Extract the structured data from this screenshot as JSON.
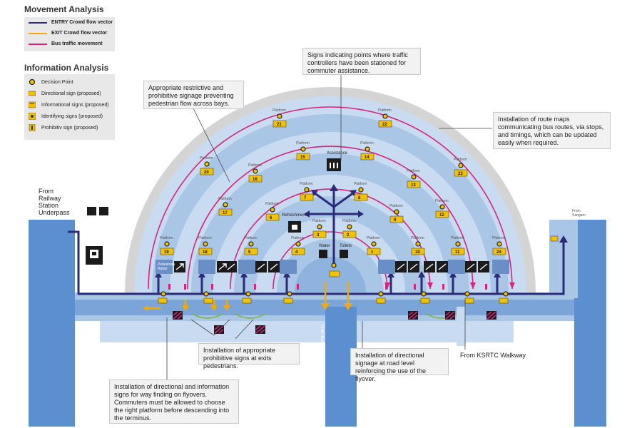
{
  "movement": {
    "title": "Movement Analysis",
    "items": [
      {
        "label": "ENTRY Crowd flow vector",
        "color": "#2b2b7a"
      },
      {
        "label": "EXIT Crowd flow vector",
        "color": "#f2a900"
      },
      {
        "label": "Bus traffic movement",
        "color": "#d6247f"
      }
    ]
  },
  "information": {
    "title": "Information Analysis",
    "items": [
      {
        "label": "Decision Point",
        "icon": "decision-point-icon"
      },
      {
        "label": "Directional sign (proposed)",
        "icon": "directional-sign-icon"
      },
      {
        "label": "Informational signs (proposed)",
        "icon": "informational-sign-icon"
      },
      {
        "label": "Identifying signs (proposed)",
        "icon": "identifying-sign-icon"
      },
      {
        "label": "Prohibitiv sign (proposed)",
        "icon": "prohibitive-sign-icon"
      }
    ]
  },
  "callouts": {
    "restrictive": "Appropriate restrictive and prohibitive signage preventing pedestrian flow across bays.",
    "controllers": "Signs indicating points where traffic controllers have been stationed for commuter assistance.",
    "route_maps": "Installation of route maps communicating bus routes, via stops, and timings, which can be updated easily when required.",
    "prohibitive_exits": "Installation of appropriate prohibitive signs at exits pedestrians.",
    "directional_road": "Installation of directional signage at road level reinforcing the use of the flyover.",
    "flyover_wayfinding": "Installation of directional and information signs for way finding on flyovers. Commuters must be allowed to choose the right platform before descending into the terminus."
  },
  "labels": {
    "from_railway": "From Railway Station Underpass",
    "from_sangam": "From Sangam",
    "from_ksrtc": "From KSRTC Walkway",
    "from_kempegowda": "From Kempegowda Bus Terminus (KSRTC)",
    "platform": "Platform",
    "pedestrian_ramp": "Pedestrian Ramp",
    "assistance": "Assistance",
    "refreshments": "Refreshments",
    "water": "Water",
    "toilets": "Toilets"
  },
  "platforms": [
    "1",
    "2",
    "3",
    "4",
    "5",
    "6",
    "7",
    "8",
    "9",
    "10",
    "11",
    "12",
    "13",
    "14",
    "15",
    "16",
    "17",
    "18",
    "19",
    "20",
    "21",
    "22",
    "23",
    "24"
  ],
  "colors": {
    "entry": "#2b2b7a",
    "exit": "#f2a900",
    "bus": "#d6247f",
    "building_blue": "#aac6e6",
    "road_blue": "#5b8fd0",
    "grey_outer": "#d4d4d4",
    "sign_yellow": "#f2c200"
  }
}
